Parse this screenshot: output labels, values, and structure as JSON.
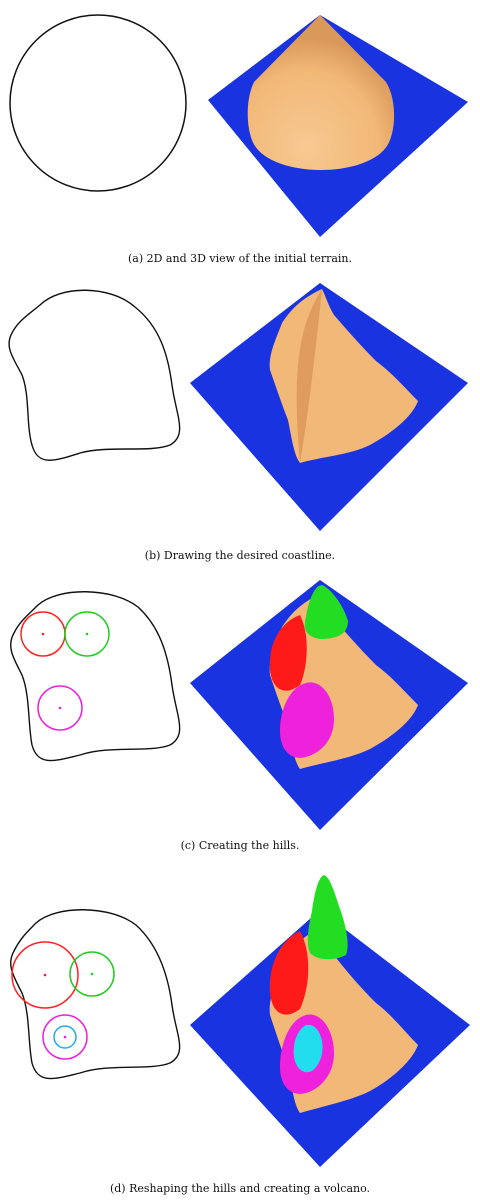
{
  "captions": {
    "a": "(a) 2D and 3D view of the initial terrain.",
    "b": "(b) Drawing the desired coastline.",
    "c": "(c) Creating the hills.",
    "d": "(d) Reshaping the hills and creating a volcano."
  },
  "colors": {
    "water": "#1a33e0",
    "terrain": "#f2b877",
    "terrain_dark": "#c88a52",
    "hill_red": "#ff1a1a",
    "hill_green": "#22dd22",
    "hill_magenta": "#ee22dd",
    "volcano_cyan": "#22ddee",
    "outline": "#111111"
  }
}
